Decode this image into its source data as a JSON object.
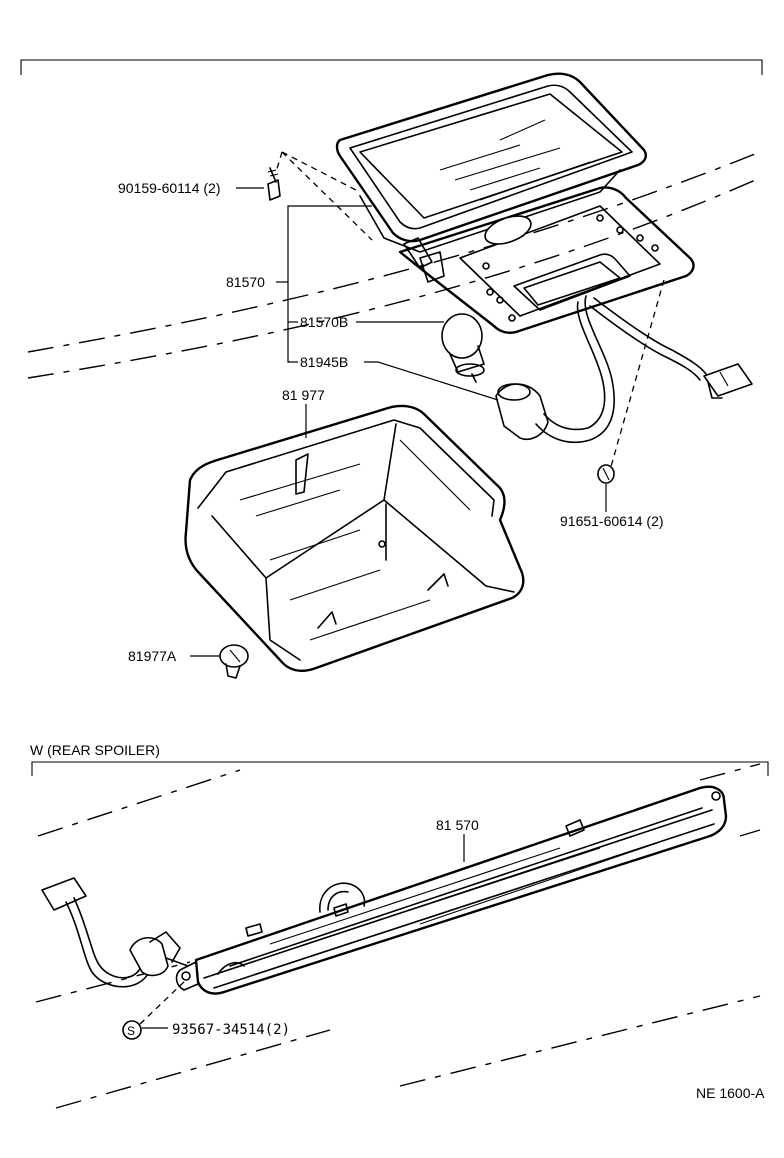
{
  "upper_assembly": {
    "screw_part": "90159-60114 (2)",
    "lamp_assembly_part": "81570",
    "bulb_part": "81570B",
    "socket_part": "81945B",
    "cover_part": "81 977",
    "clip_part": "81977A",
    "nut_part": "91651-60614 (2)"
  },
  "lower_assembly": {
    "section_title": "W (REAR SPOILER)",
    "lamp_assembly_part": "81 570",
    "screw_part": "93567-34514(2)",
    "screw_symbol": "S"
  },
  "footer": {
    "figure_code": "NE 1600-A"
  }
}
